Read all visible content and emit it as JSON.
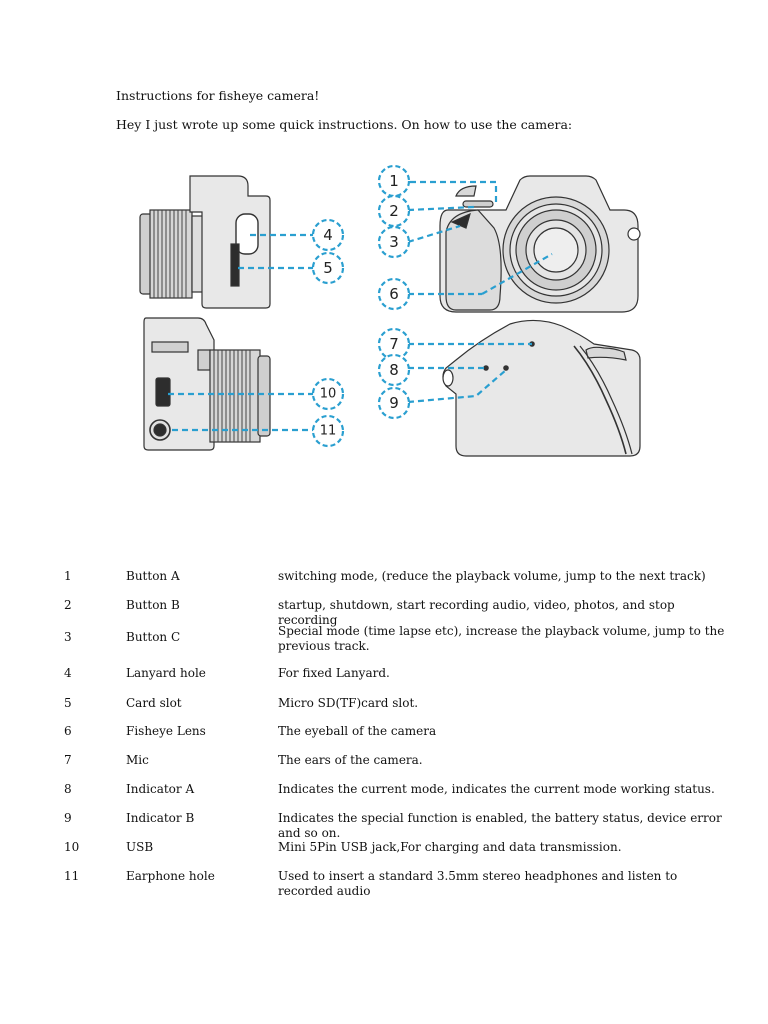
{
  "document": {
    "title": "Instructions for fisheye camera!",
    "intro": "Hey I just wrote up some quick instructions. On how to use the camera:"
  },
  "diagram": {
    "callouts": [
      "1",
      "2",
      "3",
      "4",
      "5",
      "6",
      "7",
      "8",
      "9",
      "10",
      "11"
    ],
    "accent_color": "#2a9fd0",
    "body_color": "#e8e8e8"
  },
  "parts": [
    {
      "num": "1",
      "name": "Button A",
      "desc": "switching mode, (reduce the playback volume, jump to the next track)"
    },
    {
      "num": "2",
      "name": "Button B",
      "desc": "startup, shutdown, start recording audio, video, photos, and stop recording"
    },
    {
      "num": "3",
      "name": "Button C",
      "desc": "Special mode (time lapse etc), increase the playback volume, jump to the previous track."
    },
    {
      "num": "4",
      "name": "Lanyard hole",
      "desc": "For fixed Lanyard."
    },
    {
      "num": "5",
      "name": "Card slot",
      "desc": "Micro SD(TF)card slot."
    },
    {
      "num": "6",
      "name": "Fisheye Lens",
      "desc": "The eyeball of the camera"
    },
    {
      "num": "7",
      "name": "Mic",
      "desc": "The ears of the camera."
    },
    {
      "num": "8",
      "name": "Indicator A",
      "desc": "Indicates the current mode, indicates the current mode working status."
    },
    {
      "num": "9",
      "name": "Indicator B",
      "desc": "Indicates the special function is enabled, the battery status, device error and so on."
    },
    {
      "num": "10",
      "name": "USB",
      "desc": "Mini 5Pin USB jack,For charging and data transmission."
    },
    {
      "num": "11",
      "name": "Earphone hole",
      "desc": "Used to insert a standard 3.5mm stereo headphones and listen to recorded audio"
    }
  ]
}
